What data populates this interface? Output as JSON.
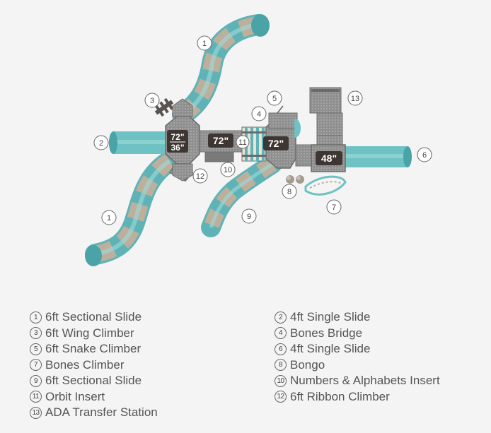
{
  "legend": [
    {
      "num": "1",
      "label": "6ft Sectional Slide"
    },
    {
      "num": "2",
      "label": "4ft Single Slide"
    },
    {
      "num": "3",
      "label": "6ft Wing Climber"
    },
    {
      "num": "4",
      "label": "Bones Bridge"
    },
    {
      "num": "5",
      "label": "6ft Snake Climber"
    },
    {
      "num": "6",
      "label": "4ft Single Slide"
    },
    {
      "num": "7",
      "label": "Bones Climber"
    },
    {
      "num": "8",
      "label": "Bongo"
    },
    {
      "num": "9",
      "label": "6ft Sectional Slide"
    },
    {
      "num": "10",
      "label": "Numbers & Alphabets Insert"
    },
    {
      "num": "11",
      "label": "Orbit Insert"
    },
    {
      "num": "12",
      "label": "6ft Ribbon Climber"
    },
    {
      "num": "13",
      "label": "ADA Transfer Station"
    }
  ],
  "callouts": {
    "c1a": "1",
    "c1b": "1",
    "c2": "2",
    "c3": "3",
    "c4": "4",
    "c5": "5",
    "c6": "6",
    "c7": "7",
    "c8": "8",
    "c9": "9",
    "c10": "10",
    "c11": "11",
    "c12": "12",
    "c13": "13"
  },
  "decks": {
    "d1_top": "72\"",
    "d1_bottom": "36\"",
    "d2": "72\"",
    "d3": "72\"",
    "d4": "48\""
  },
  "colors": {
    "slide": "#6fc2c4",
    "slide_stripe": "#bcb09d",
    "deck": "#8c8c8c",
    "deck_dark": "#5a5450",
    "label_bg": "#3e3632"
  }
}
